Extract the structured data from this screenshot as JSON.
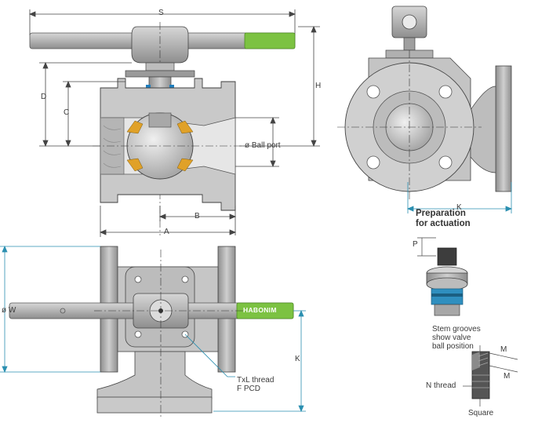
{
  "dimensions": {
    "s": "S",
    "h": "H",
    "d": "D",
    "c": "C",
    "ball_port": "ø Ball port",
    "b": "B",
    "a": "A",
    "k_side": "K",
    "k_bottom": "K",
    "w": "ø W",
    "p": "P",
    "m1": "M",
    "m2": "M"
  },
  "notes": {
    "preparation": "Preparation\nfor actuation",
    "stem_grooves": "Stem grooves\nshow valve\nball position",
    "n_thread": "N thread",
    "square": "Square",
    "txl_thread": "TxL thread\nF PCD"
  },
  "brand": {
    "logo_text": "HABONIM",
    "handle_color": "#7cc242",
    "dimension_line_color": "#2a8fb0"
  }
}
